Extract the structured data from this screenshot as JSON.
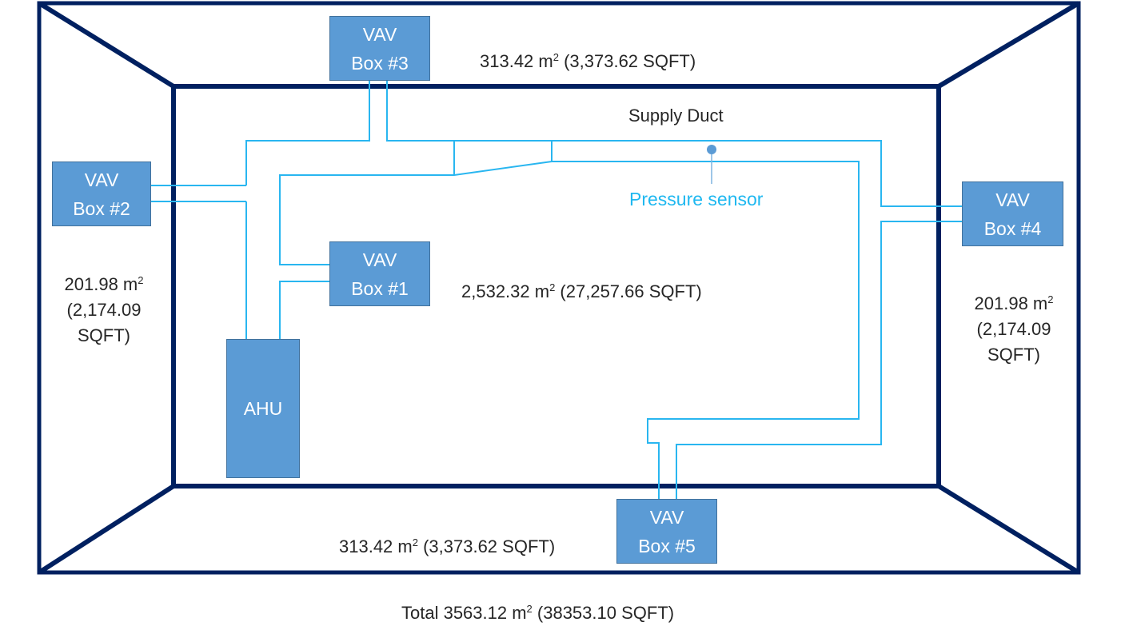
{
  "colors": {
    "wall": "#002060",
    "duct": "#29b6f0",
    "equipment_fill": "#5b9bd5",
    "sensor_dot": "#5b9bd5",
    "sensor_label": "#1fb8f0"
  },
  "equipment": {
    "vav1": {
      "line1": "VAV",
      "line2": "Box #1"
    },
    "vav2": {
      "line1": "VAV",
      "line2": "Box #2"
    },
    "vav3": {
      "line1": "VAV",
      "line2": "Box #3"
    },
    "vav4": {
      "line1": "VAV",
      "line2": "Box #4"
    },
    "vav5": {
      "line1": "VAV",
      "line2": "Box #5"
    },
    "ahu": {
      "label": "AHU"
    }
  },
  "labels": {
    "supply_duct": "Supply Duct",
    "pressure_sensor": "Pressure sensor"
  },
  "zones": {
    "north": {
      "value": "313.42 m",
      "sup": "2",
      "rest": " (3,373.62 SQFT)"
    },
    "south": {
      "value": "313.42 m",
      "sup": "2",
      "rest": " (3,373.62 SQFT)"
    },
    "core": {
      "value": "2,532.32 m",
      "sup": "2",
      "rest": " (27,257.66 SQFT)"
    },
    "west": {
      "value": "201.98 m",
      "sup": "2",
      "line2": "(2,174.09",
      "line3": "SQFT)"
    },
    "east": {
      "value": "201.98 m",
      "sup": "2",
      "line2": "(2,174.09",
      "line3": "SQFT)"
    }
  },
  "total": {
    "prefix": "Total 3563.12 m",
    "sup": "2",
    "rest": " (38353.10 SQFT)"
  }
}
